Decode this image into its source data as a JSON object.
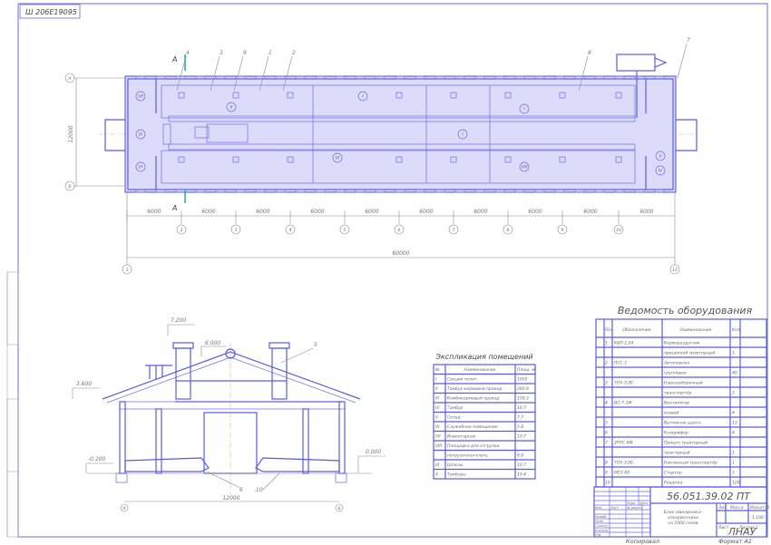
{
  "stamp": "Ш 206Е19095",
  "plan": {
    "section_mark": "А",
    "leaders": [
      "4",
      "3",
      "9",
      "1",
      "2",
      "8",
      "7"
    ],
    "span_dims": [
      "6000",
      "6000",
      "6000",
      "6000",
      "6000",
      "6000",
      "6000",
      "6000",
      "6000",
      "6000"
    ],
    "total_length": "60000",
    "width_dim": "12000",
    "axis_rows": [
      "А",
      "Б"
    ],
    "axis_cols": [
      "2",
      "3",
      "4",
      "5",
      "6",
      "7",
      "8",
      "9",
      "10",
      "11"
    ],
    "axis_ends": [
      "1",
      "12"
    ],
    "room_marks": [
      "VII",
      "IX",
      "VI",
      "I",
      "II",
      "I",
      "I",
      "III",
      "VIII",
      "V",
      "IV"
    ]
  },
  "section": {
    "levels": [
      "7.200",
      "6.000",
      "3.600",
      "-0.200",
      "0.000"
    ],
    "leaders": [
      "5",
      "6",
      "10"
    ],
    "span": "12000",
    "axes": [
      "А",
      "Б"
    ]
  },
  "rooms_table": {
    "title": "Экспликация помещений",
    "headers": [
      "№",
      "Наименование",
      "Площ. м²"
    ],
    "rows": [
      [
        "I",
        "Секция телят",
        "1050"
      ],
      [
        "II",
        "Тамбур-кормовой проход",
        "280.9"
      ],
      [
        "III",
        "Комбикормовый проход",
        "158.3"
      ],
      [
        "IV",
        "Тамбур",
        "10.7"
      ],
      [
        "V",
        "Склад",
        "7.7"
      ],
      [
        "VI",
        "Служебное помещение",
        "5.8"
      ],
      [
        "VII",
        "Инвентарная",
        "10.7"
      ],
      [
        "VIII",
        "Площадка для отгрузки",
        ""
      ],
      [
        "",
        "погрузочная клеть",
        "8.6"
      ],
      [
        "IX",
        "Шлюзы",
        "10.7"
      ],
      [
        "X",
        "Тамбуры",
        "19.4"
      ]
    ]
  },
  "equipment_table": {
    "title": "Ведомость оборудования",
    "headers": [
      "Поз.",
      "Обозначение",
      "Наименование",
      "Кол."
    ],
    "rows": [
      [
        "1",
        "КБП-2,0А",
        "Кормораздатчик",
        ""
      ],
      [
        "",
        "",
        "прицепной тракторный",
        "1"
      ],
      [
        "2",
        "ПСС-1",
        "Автопоилка",
        ""
      ],
      [
        "",
        "",
        "групповая",
        "40"
      ],
      [
        "3",
        "ТСН-3,0Б",
        "Навозоуборочный",
        ""
      ],
      [
        "",
        "",
        "транспортёр",
        "1"
      ],
      [
        "4",
        "ВО-7-3М",
        "Вентилятор",
        ""
      ],
      [
        "",
        "",
        "осевой",
        "4"
      ],
      [
        "5",
        "",
        "Вытяжная шахта",
        "12"
      ],
      [
        "6",
        "",
        "Калорифер",
        "4"
      ],
      [
        "7",
        "2ПТС-6М",
        "Прицеп тракторный",
        ""
      ],
      [
        "",
        "",
        "тракторный",
        "1"
      ],
      [
        "8",
        "ТСН-3,0Б",
        "Наклонный транспортёр",
        "1"
      ],
      [
        "9",
        "МСУ-60",
        "Стартер",
        "1"
      ],
      [
        "10",
        "",
        "Решетка",
        "120"
      ]
    ]
  },
  "title_block": {
    "code": "56.051.39.02 ПТ",
    "name_lines": [
      "Блок свинарника-",
      "откормочника",
      "на 1000 голов"
    ],
    "scale": "1:100",
    "org": "ЛНАУ",
    "sheet_labels": [
      "Лит.",
      "Масса",
      "Масштаб"
    ],
    "sheet_info": [
      "Лист",
      "Листов 1"
    ],
    "signature_roles": [
      "Изм.",
      "Лист",
      "№ докум.",
      "Подп.",
      "Дата",
      "Разраб.",
      "Пров.",
      "Т.контр.",
      "Н.контр.",
      "Утв."
    ],
    "footer": [
      "Копировал",
      "Формат А1"
    ]
  },
  "colors": {
    "line": "#5a5ae6",
    "axis": "#e8b070",
    "text": "#555555"
  }
}
